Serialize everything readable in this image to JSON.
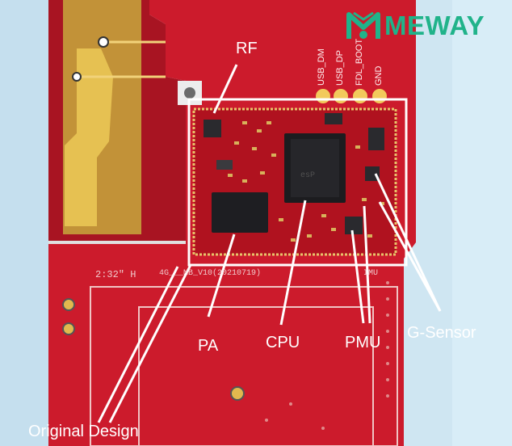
{
  "logo": {
    "text": "MEWAY",
    "color": "#20b38a"
  },
  "board": {
    "silkscreen": {
      "time": "2:32\" H",
      "model": "4G___MB_V10(20210719)",
      "partial": "IMU",
      "chip": "esP"
    },
    "pins": [
      "USB_DM",
      "USB_DP",
      "FDL_BOOT",
      "GND"
    ]
  },
  "labels": {
    "rf": "RF",
    "pa": "PA",
    "cpu": "CPU",
    "pmu": "PMU",
    "gsensor": "G-Sensor",
    "original_design": "Original Design"
  },
  "colors": {
    "pcb_red": "#cc1b2c",
    "pcb_dark": "#a81422",
    "background": "#cfe6f2",
    "gold_pad": "#d6ac3c",
    "annotation": "#ffffff"
  }
}
